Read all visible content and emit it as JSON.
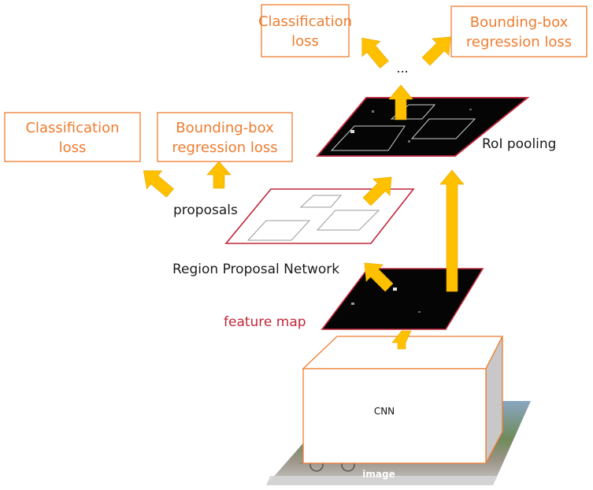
{
  "top_losses": {
    "classification": [
      "Classification",
      "loss"
    ],
    "bbox": [
      "Bounding-box",
      "regression loss"
    ]
  },
  "left_losses": {
    "classification": [
      "Classification",
      "loss"
    ],
    "bbox": [
      "Bounding-box",
      "regression loss"
    ]
  },
  "labels": {
    "ellipsis": "...",
    "roi_pooling": "RoI pooling",
    "proposals": "proposals",
    "rpn": "Region Proposal Network",
    "feature_map": "feature map",
    "cnn": "CNN",
    "image": "image"
  },
  "colors": {
    "loss_text": "#ED7D31",
    "loss_border": "#ED7D31",
    "arrow": "#FFC000",
    "map_border": "#C0263A",
    "feature_map_label": "#C0263A"
  }
}
